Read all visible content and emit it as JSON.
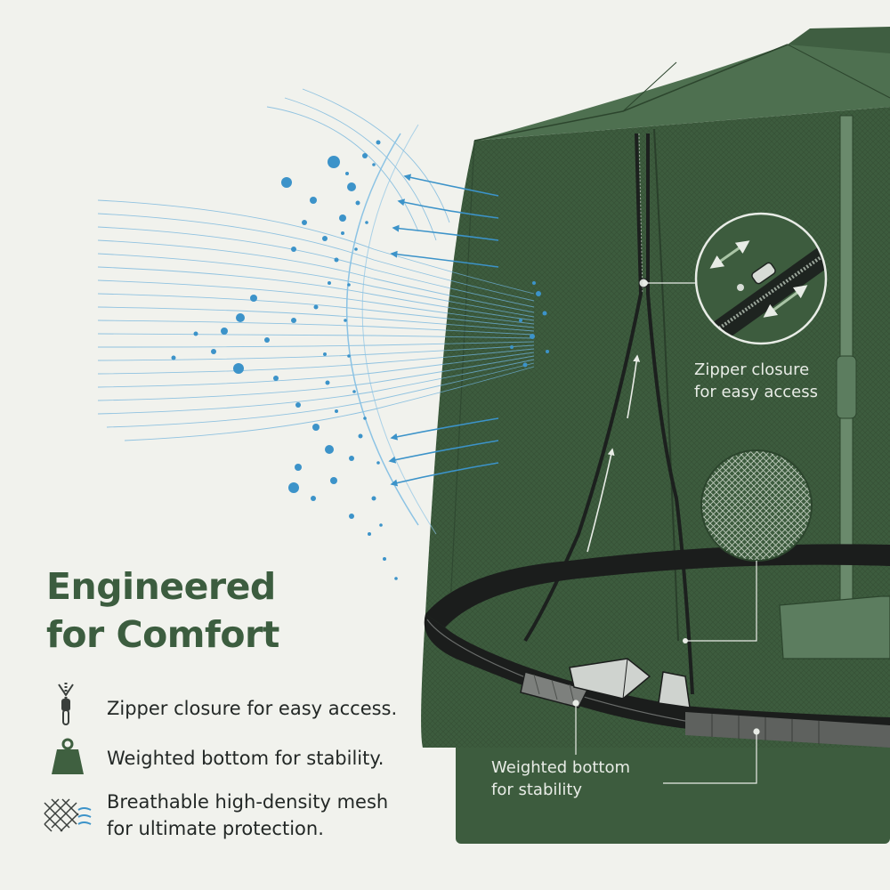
{
  "headline": {
    "line1": "Engineered",
    "line2": "for Comfort"
  },
  "features": [
    {
      "icon": "zipper-icon",
      "line1": "Zipper closure for easy access.",
      "line2": ""
    },
    {
      "icon": "weight-icon",
      "line1": "Weighted bottom for stability.",
      "line2": ""
    },
    {
      "icon": "mesh-icon",
      "line1": "Breathable high-density mesh",
      "line2": "for ultimate protection."
    }
  ],
  "callouts": {
    "zipper": {
      "line1": "Zipper closure",
      "line2": "for easy access"
    },
    "weight": {
      "line1": "Weighted bottom",
      "line2": "for stability"
    }
  },
  "colors": {
    "background": "#f1f2ed",
    "net_green": "#3d5c3e",
    "headline_green": "#3c5d3f",
    "airflow_blue": "#3c93c9",
    "weight_band": "#1b1d1c"
  }
}
